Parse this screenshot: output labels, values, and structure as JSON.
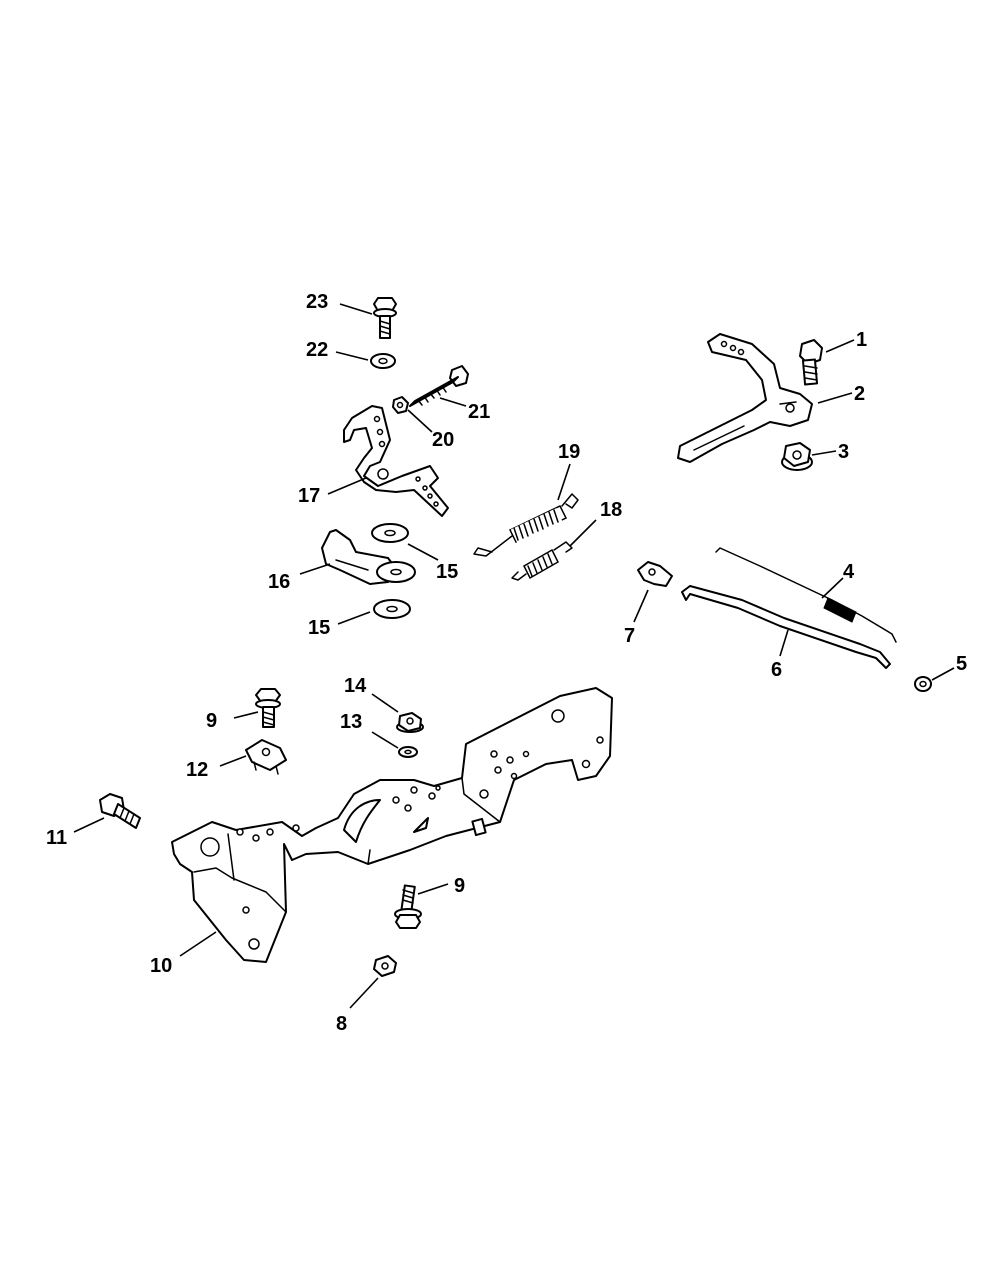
{
  "callouts": [
    {
      "id": "c1",
      "label": "1"
    },
    {
      "id": "c2",
      "label": "2"
    },
    {
      "id": "c3",
      "label": "3"
    },
    {
      "id": "c4",
      "label": "4"
    },
    {
      "id": "c5",
      "label": "5"
    },
    {
      "id": "c6",
      "label": "6"
    },
    {
      "id": "c7",
      "label": "7"
    },
    {
      "id": "c8",
      "label": "8"
    },
    {
      "id": "c9a",
      "label": "9"
    },
    {
      "id": "c9b",
      "label": "9"
    },
    {
      "id": "c10",
      "label": "10"
    },
    {
      "id": "c11",
      "label": "11"
    },
    {
      "id": "c12",
      "label": "12"
    },
    {
      "id": "c13",
      "label": "13"
    },
    {
      "id": "c14",
      "label": "14"
    },
    {
      "id": "c15a",
      "label": "15"
    },
    {
      "id": "c15b",
      "label": "15"
    },
    {
      "id": "c16",
      "label": "16"
    },
    {
      "id": "c17",
      "label": "17"
    },
    {
      "id": "c18",
      "label": "18"
    },
    {
      "id": "c19",
      "label": "19"
    },
    {
      "id": "c20",
      "label": "20"
    },
    {
      "id": "c21",
      "label": "21"
    },
    {
      "id": "c22",
      "label": "22"
    },
    {
      "id": "c23",
      "label": "23"
    }
  ]
}
